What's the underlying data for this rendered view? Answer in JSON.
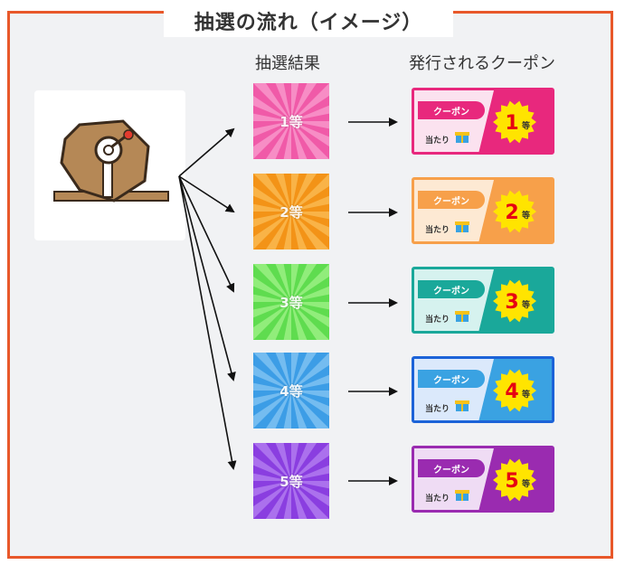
{
  "title": "抽選の流れ（イメージ）",
  "columns": {
    "result": "抽選結果",
    "coupon": "発行されるクーポン"
  },
  "tiles": [
    {
      "label": "1等",
      "base": "#f05aa8",
      "ray": "#f9a3d2"
    },
    {
      "label": "2等",
      "base": "#f39317",
      "ray": "#fbc05c"
    },
    {
      "label": "3等",
      "base": "#5fdc4f",
      "ray": "#a6f38f"
    },
    {
      "label": "4等",
      "base": "#3c9de6",
      "ray": "#8cc9f4"
    },
    {
      "label": "5等",
      "base": "#8a3ee0",
      "ray": "#b988f2"
    }
  ],
  "coupons": [
    {
      "tag": "クーポン",
      "hit": "当たり",
      "rank": "1",
      "suffix": "等",
      "border": "#e8287d",
      "accent": "#e8287d",
      "light": "#fbe2ef"
    },
    {
      "tag": "クーポン",
      "hit": "当たり",
      "rank": "2",
      "suffix": "等",
      "border": "#f7a04a",
      "accent": "#f7a04a",
      "light": "#fde9d3"
    },
    {
      "tag": "クーポン",
      "hit": "当たり",
      "rank": "3",
      "suffix": "等",
      "border": "#1aa89a",
      "accent": "#1aa89a",
      "light": "#d6f2ef"
    },
    {
      "tag": "クーポン",
      "hit": "当たり",
      "rank": "4",
      "suffix": "等",
      "border": "#1c63d8",
      "accent": "#3aa2e2",
      "light": "#dbe9fb"
    },
    {
      "tag": "クーポン",
      "hit": "当たり",
      "rank": "5",
      "suffix": "等",
      "border": "#9a2bb0",
      "accent": "#9a2bb0",
      "light": "#efdcf4"
    }
  ],
  "colors": {
    "frame": "#e8582a",
    "medal": "#ffe400",
    "rank_text": "#e60012",
    "machine_body": "#b58856"
  }
}
